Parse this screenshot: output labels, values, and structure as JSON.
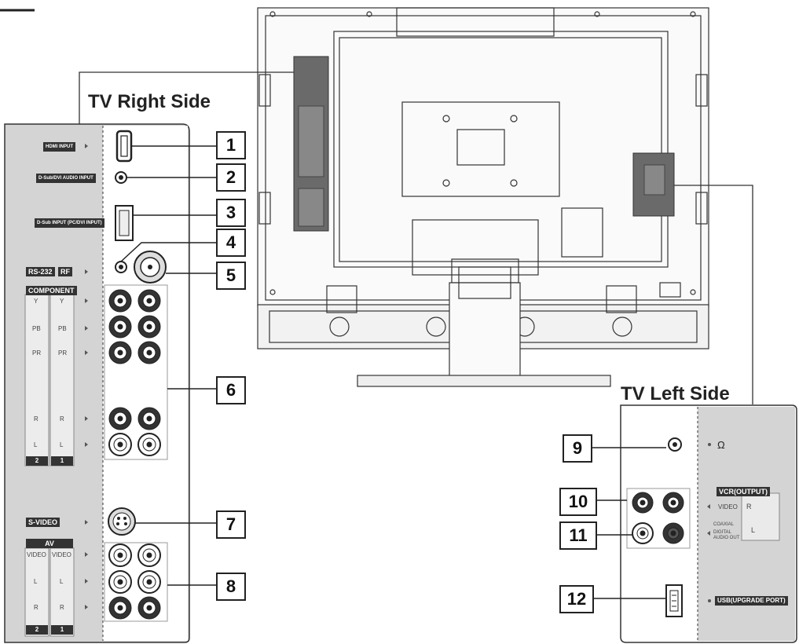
{
  "headings": {
    "right_side": "TV Right Side",
    "left_side": "TV Left Side"
  },
  "callouts": [
    "1",
    "2",
    "3",
    "4",
    "5",
    "6",
    "7",
    "8",
    "9",
    "10",
    "11",
    "12"
  ],
  "right_panel": {
    "labels": {
      "hdmi": "HDMI INPUT",
      "dsub_audio": "D-Sub/DVI AUDIO INPUT",
      "dsub_input": "D-Sub INPUT (PC/DVI INPUT)",
      "rs232": "RS-232",
      "rf": "RF",
      "component": "COMPONENT",
      "comp_y2": "Y",
      "comp_y1": "Y",
      "comp_pb2": "PB",
      "comp_pb1": "PB",
      "comp_pr2": "PR",
      "comp_pr1": "PR",
      "comp_r2": "R",
      "comp_r1": "R",
      "comp_l2": "L",
      "comp_l1": "L",
      "comp_num2": "2",
      "comp_num1": "1",
      "svideo": "S-VIDEO",
      "av": "AV",
      "av_video2": "VIDEO",
      "av_video1": "VIDEO",
      "av_l2": "L",
      "av_l1": "L",
      "av_r2": "R",
      "av_r1": "R",
      "av_num2": "2",
      "av_num1": "1"
    }
  },
  "left_panel": {
    "labels": {
      "headphone": "Ω",
      "vcr_output": "VCR(OUTPUT)",
      "video": "VIDEO",
      "r": "R",
      "l": "L",
      "coaxial": "COAXIAL",
      "digital_audio_out": "DIGITAL AUDIO OUT",
      "usb": "USB(UPGRADE PORT)"
    }
  }
}
